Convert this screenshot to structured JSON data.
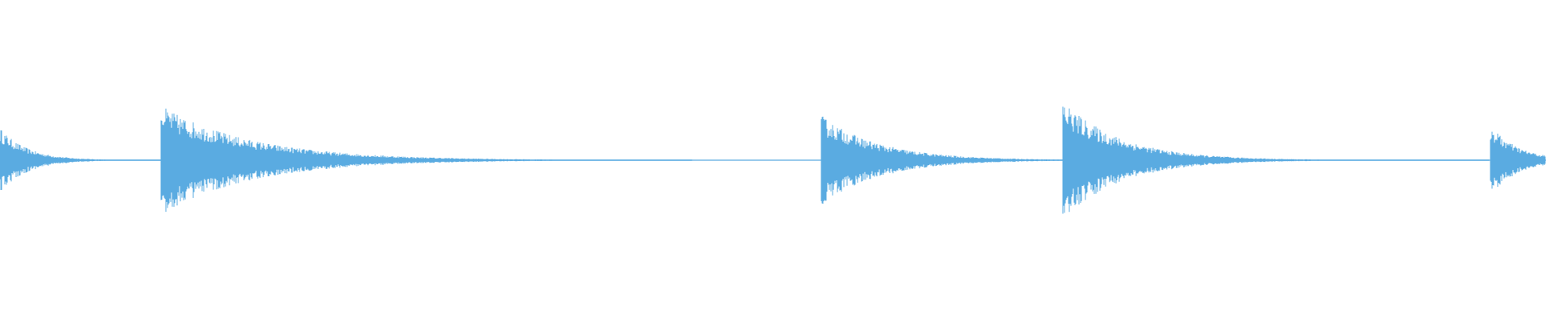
{
  "colors": {
    "background": "#ffffff",
    "waveform": "#5aabe1"
  },
  "waveform": {
    "onsets": [
      {
        "amplitude": 0.2,
        "decay": "short"
      },
      {
        "amplitude": 0.34,
        "decay": "long"
      },
      {
        "amplitude": 0.28,
        "decay": "medium"
      },
      {
        "amplitude": 0.37,
        "decay": "medium"
      },
      {
        "amplitude": 0.22,
        "decay": "short"
      }
    ]
  }
}
